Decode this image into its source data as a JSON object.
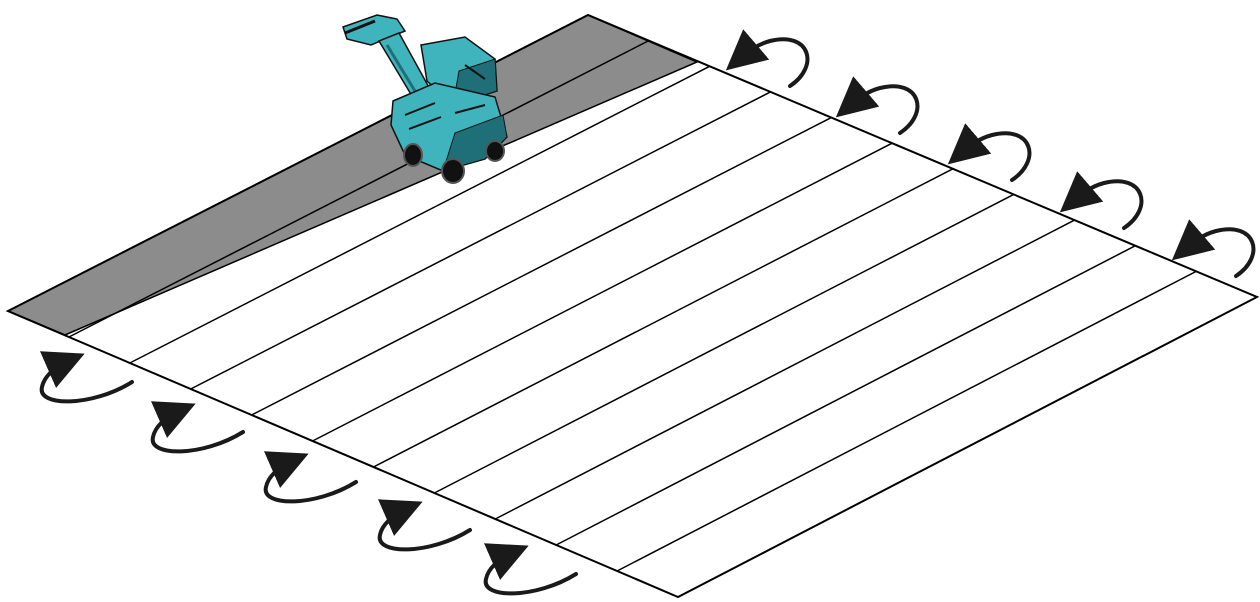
{
  "diagram": {
    "type": "surface-treatment-path",
    "lanes_total": 11,
    "lanes_completed": 1,
    "machine": {
      "icon": "shot-blasting-machine-icon",
      "position": "top-left lane"
    },
    "turn_arrows": {
      "far_edge": 5,
      "near_edge": 5
    }
  },
  "colors": {
    "completed_lane": "#8c8c8c",
    "surface": "#ffffff",
    "lines": "#000000",
    "arrows": "#1a1a1a",
    "machine_body": "#3fb4bd",
    "machine_shadow": "#1f6f78",
    "machine_dark": "#111111"
  }
}
